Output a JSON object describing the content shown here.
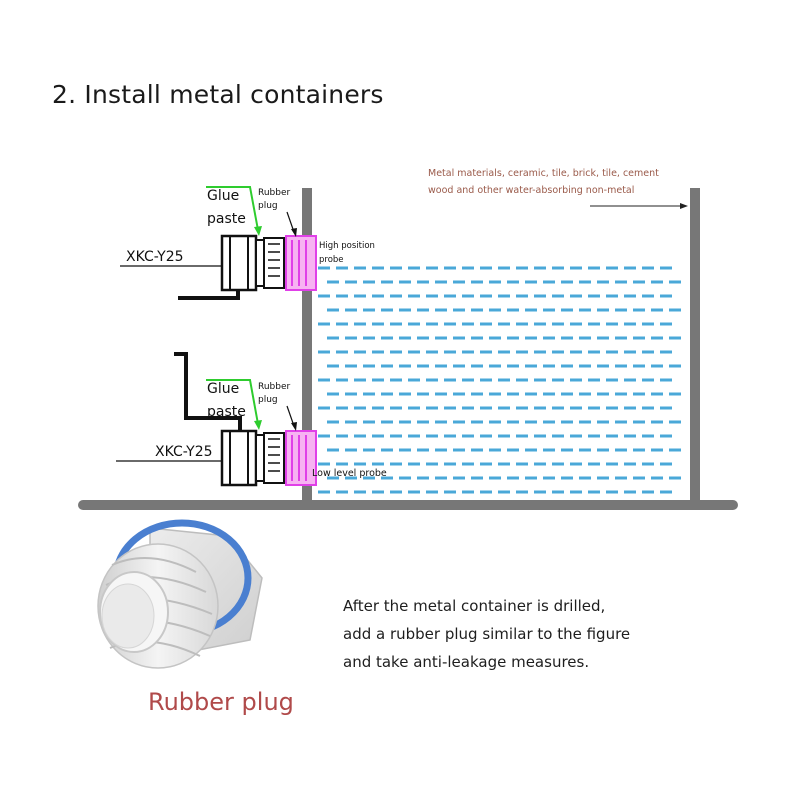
{
  "title": "2. Install metal containers",
  "container_note": {
    "line1": "Metal materials, ceramic, tile, brick, tile, cement",
    "line2": "wood and other water-absorbing non-metal"
  },
  "top_sensor": {
    "model": "XKC-Y25",
    "glue_line1": "Glue",
    "glue_line2": "paste",
    "plug_line1": "Rubber",
    "plug_line2": "plug",
    "probe_line1": "High position",
    "probe_line2": "probe"
  },
  "bottom_sensor": {
    "model": "XKC-Y25",
    "glue_line1": "Glue",
    "glue_line2": "paste",
    "plug_line1": "Rubber",
    "plug_line2": "plug",
    "probe_label": "Low level probe"
  },
  "instructions": {
    "line1": "After the metal container is drilled,",
    "line2": "add a rubber plug similar to the figure",
    "line3": "and take anti-leakage measures."
  },
  "plug_caption": "Rubber plug",
  "colors": {
    "water_dash": "#4aa8d8",
    "probe": "#e040e8",
    "glue_arrow": "#2ecc2e",
    "container": "#777777",
    "caption": "#b04a4a",
    "note_text": "#9a5a4a"
  }
}
